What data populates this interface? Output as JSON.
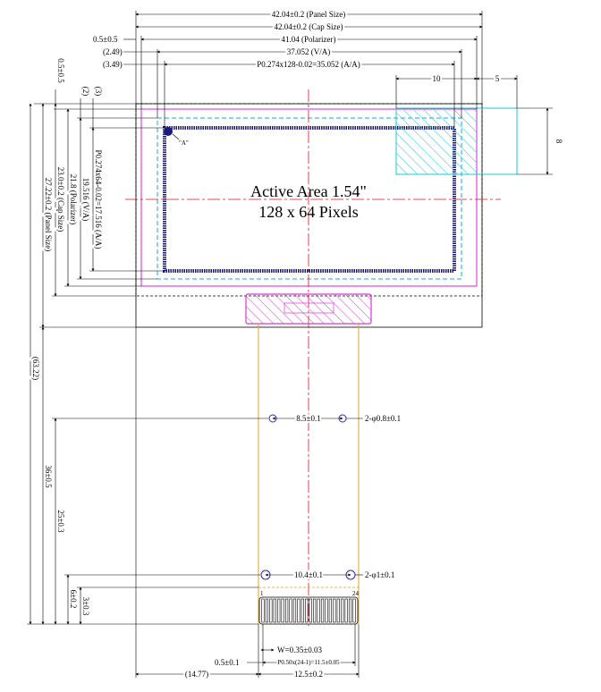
{
  "colors": {
    "line": "#000000",
    "center_line": "#e0102a",
    "polarizer": "#d63bd6",
    "va_dash": "#1da6e0",
    "fpc": "#e0a020",
    "cyan": "#19c8d2",
    "hole": "#2b2bb0",
    "aa_border": "#1a1a7a"
  },
  "title": {
    "line1": "Active Area 1.54\"",
    "line2": "128 x 64 Pixels"
  },
  "top_dims": {
    "panel": "42.04±0.2 (Panel Size)",
    "cap": "42.04±0.2 (Cap Size)",
    "pol_offset": "0.5±0.5",
    "polarizer": "41.04 (Polarizer)",
    "va_offset": "(2.49)",
    "va": "37.052 (V/A)",
    "aa_offset": "(3.49)",
    "aa": "P0.274x128-0.02=35.052 (A/A)",
    "ten": "10",
    "five": "5",
    "eight": "8"
  },
  "left_dims": {
    "top_offset": "0.5±0.5",
    "d2": "(2)",
    "d3": "(3)",
    "aa": "P0.274x64-0.02=17.516 (A/A)",
    "va": "19.516 (V/A)",
    "polarizer": "21.8 (Polarizer)",
    "cap": "23.0±0.2 (Cap Size)",
    "panel": "27.22±0.2 (Panel Size)",
    "total": "(63.22)",
    "d36": "36±0.5",
    "d25": "25±0.3",
    "d6": "6±0.2",
    "d3b": "3±0.3"
  },
  "point_label": "\"A\"",
  "holes": {
    "upper_pitch": "8.5±0.1",
    "upper_dia": "2-φ0.8±0.1",
    "lower_pitch": "10.4±0.1",
    "lower_dia": "2-φ1±0.1"
  },
  "pins": {
    "first": "1",
    "last": "24"
  },
  "bottom_dims": {
    "width": "W=0.35±0.03",
    "edge": "0.5±0.1",
    "pitch": "P0.50x(24-1)=11.5±0.05",
    "offset": "(14.77)",
    "fpc_width": "12.5±0.2"
  }
}
